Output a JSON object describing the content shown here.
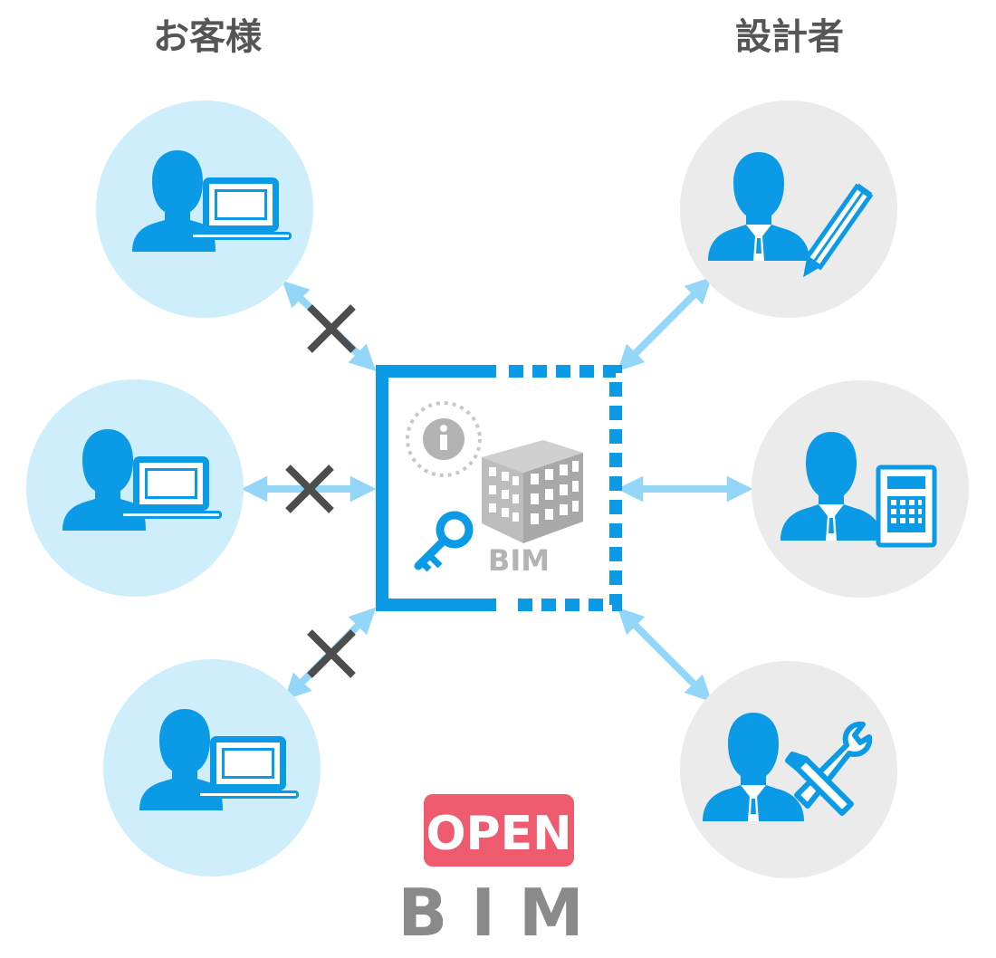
{
  "headers": {
    "customers": "お客様",
    "designers": "設計者"
  },
  "center": {
    "label": "BIM"
  },
  "badge": {
    "open": "OPEN",
    "bim": "BIM"
  },
  "colors": {
    "customer_circle": "#cfeefc",
    "designer_circle": "#ececec",
    "primary_blue": "#0b9ae6",
    "arrow_blue": "#93d6f7",
    "cross_gray": "#4d4d4d",
    "building_gray": "#b3b3b3",
    "badge_red": "#ee5a6e",
    "label_gray": "#555555",
    "bim_gray": "#8a8a8a"
  },
  "icons": {
    "customers": [
      "user-laptop-icon",
      "user-laptop-icon",
      "user-laptop-icon"
    ],
    "designers": [
      "architect-pencil-icon",
      "engineer-calculator-icon",
      "engineer-tools-icon"
    ],
    "center": [
      "info-icon",
      "building-icon",
      "key-icon"
    ]
  }
}
